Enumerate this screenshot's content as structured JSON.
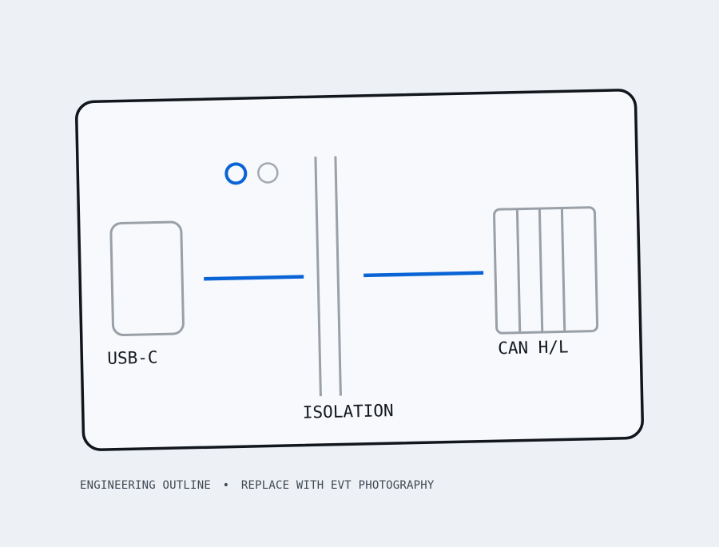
{
  "diagram": {
    "labels": {
      "usb": "USB-C",
      "isolation": "ISOLATION",
      "can": "CAN H/L"
    },
    "indicators": [
      {
        "state": "active",
        "color": "#0a64d6"
      },
      {
        "state": "inactive",
        "color": "#a3a9b1"
      }
    ],
    "colors": {
      "board_outline": "#12161d",
      "board_fill": "#f7f9fc",
      "component_stroke": "#9aa0a8",
      "signal_line": "#0a64d6",
      "background": "#edf1f5"
    }
  },
  "caption": {
    "left": "ENGINEERING OUTLINE",
    "separator": "•",
    "right": "REPLACE WITH EVT PHOTOGRAPHY"
  }
}
